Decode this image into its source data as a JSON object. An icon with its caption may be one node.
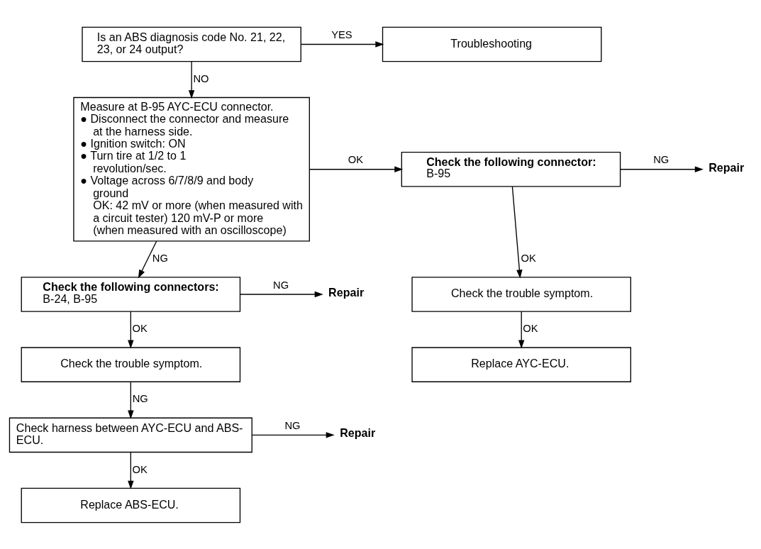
{
  "diagram": {
    "nodes": [
      {
        "text": [
          "Is an ABS diagnosis code No. 21, 22, 23, or 24 output?"
        ]
      },
      {
        "text": [
          "Troubleshooting"
        ]
      },
      {
        "text": [
          "Measure at B-95 AYC-ECU connector.",
          "● Disconnect the connector and measure at the harness side.",
          "● Ignition switch: ON",
          "● Turn tire at 1/2 to 1 revolution/sec.",
          "● Voltage across 6/7/8/9 and body ground",
          "OK: 42 mV or more (when measured with a circuit tester) 120 mV-P or more (when measured with an oscilloscope)"
        ]
      },
      {
        "text": [
          "Check the following connector:",
          "B-95"
        ]
      },
      {
        "text": [
          "Repair"
        ]
      },
      {
        "text": [
          "Check the trouble symptom."
        ]
      },
      {
        "text": [
          "Replace AYC-ECU."
        ]
      },
      {
        "text": [
          "Check the following connectors:",
          "B-24, B-95"
        ]
      },
      {
        "text": [
          "Repair"
        ]
      },
      {
        "text": [
          "Check the trouble symptom."
        ]
      },
      {
        "text": [
          "Check harness between AYC-ECU and ABS-ECU."
        ]
      },
      {
        "text": [
          "Repair"
        ]
      },
      {
        "text": [
          "Replace ABS-ECU."
        ]
      }
    ],
    "edges": [
      {
        "from": 0,
        "to": 1,
        "arrow": "to",
        "label": "YES"
      },
      {
        "from": 0,
        "to": 2,
        "arrow": "to",
        "label": "NO"
      },
      {
        "from": 2,
        "to": 3,
        "arrow": "to",
        "label": "OK"
      },
      {
        "from": 3,
        "to": 4,
        "arrow": "to",
        "label": "NG"
      },
      {
        "from": 3,
        "to": 5,
        "arrow": "to",
        "label": "OK"
      },
      {
        "from": 5,
        "to": 6,
        "arrow": "to",
        "label": "OK"
      },
      {
        "from": 2,
        "to": 7,
        "arrow": "to",
        "label": "NG"
      },
      {
        "from": 7,
        "to": 8,
        "arrow": "to",
        "label": "NG"
      },
      {
        "from": 7,
        "to": 9,
        "arrow": "to",
        "label": "OK"
      },
      {
        "from": 9,
        "to": 10,
        "arrow": "to",
        "label": "NG"
      },
      {
        "from": 10,
        "to": 11,
        "arrow": "to",
        "label": "NG"
      },
      {
        "from": 10,
        "to": 12,
        "arrow": "to",
        "label": "OK"
      }
    ]
  }
}
